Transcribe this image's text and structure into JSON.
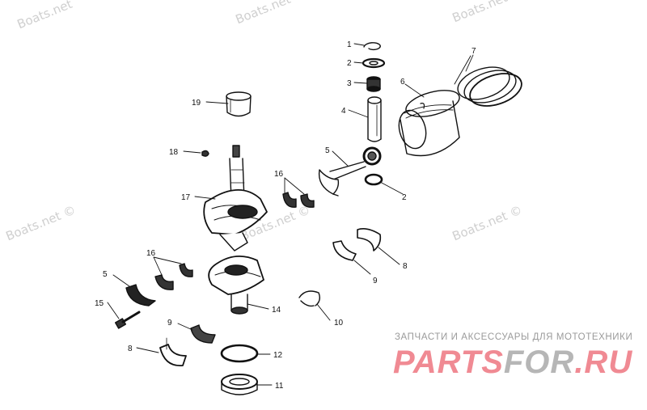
{
  "watermarks": [
    "Boats.net",
    "Boats.net",
    "Boats.net",
    "Boats.net ©",
    "Boats.net ©",
    "Boats.net ©"
  ],
  "callouts": [
    "1",
    "2",
    "3",
    "4",
    "5",
    "6",
    "7",
    "2",
    "16",
    "17",
    "18",
    "19",
    "16",
    "5",
    "15",
    "9",
    "8",
    "14",
    "10",
    "12",
    "11",
    "9",
    "8"
  ],
  "brand": {
    "tagline": "ЗАПЧАСТИ И АКСЕССУАРЫ ДЛЯ МОТОТЕХНИКИ",
    "name_part1": "PARTS",
    "name_part2": "FOR",
    "name_part3": ".RU"
  },
  "colors": {
    "ink": "#111111",
    "watermark": "#cfcfcf",
    "brand_red": "#f08a93",
    "brand_gray": "#b6b6b6"
  }
}
